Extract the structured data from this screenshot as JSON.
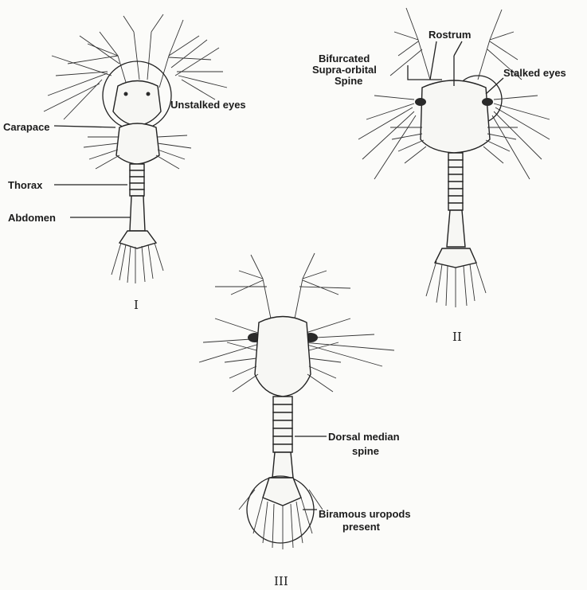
{
  "figure": {
    "stage_labels": {
      "stage_1": "I",
      "stage_2": "II",
      "stage_3": "III"
    },
    "labels": {
      "unstalked_eyes": "Unstalked eyes",
      "carapace": "Carapace",
      "thorax": "Thorax",
      "abdomen": "Abdomen",
      "rostrum": "Rostrum",
      "bifurcated": "Bifurcated",
      "supra_orbital": "Supra-orbital",
      "spine": "Spine",
      "stalked_eyes": "Stalked eyes",
      "dorsal_median": "Dorsal median",
      "dorsal_spine": "spine",
      "biramous_uropods": "Biramous uropods",
      "present": "present"
    }
  }
}
